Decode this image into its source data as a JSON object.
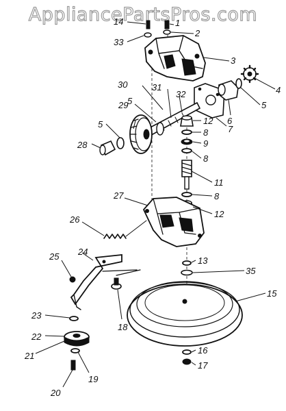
{
  "watermark": "AppliancePartsPros.com",
  "part_callouts": [
    "14",
    "1",
    "33",
    "2",
    "3",
    "4",
    "5",
    "30",
    "31",
    "32",
    "6",
    "7",
    "29",
    "5",
    "12",
    "8",
    "9",
    "28",
    "5",
    "8",
    "11",
    "8",
    "12",
    "27",
    "26",
    "24",
    "13",
    "25",
    "35",
    "15",
    "23",
    "18",
    "22",
    "16",
    "21",
    "17",
    "19",
    "20"
  ]
}
